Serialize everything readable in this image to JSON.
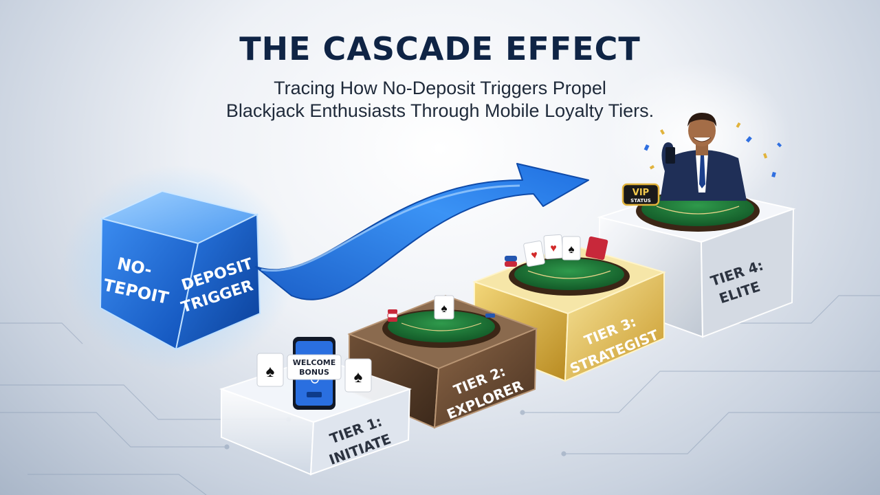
{
  "header": {
    "title": "THE CASCADE EFFECT",
    "subtitle_line1": "Tracing How No-Deposit Triggers Propel",
    "subtitle_line2": "Blackjack Enthusiasts Through Mobile Loyalty Tiers."
  },
  "trigger": {
    "left_line1": "NO-",
    "left_line2": "TEPOIT",
    "right_line1": "DEPOSIT",
    "right_line2": "TRIGGER"
  },
  "tiers": [
    {
      "line1": "TIER 1:",
      "line2": "INITIATE"
    },
    {
      "line1": "TIER 2:",
      "line2": "EXPLORER"
    },
    {
      "line1": "TIER 3:",
      "line2": "STRATEGIST"
    },
    {
      "line1": "TIER 4:",
      "line2": "ELITE"
    }
  ],
  "phone": {
    "bonus_line1": "WELCOME",
    "bonus_line2": "BONUS"
  },
  "badge": {
    "line1": "VIP",
    "line2": "STATUS"
  },
  "colors": {
    "title": "#0f2445",
    "trigger_blue": "#1d6fe0",
    "arrow_blue": "#2f86f2",
    "tier1_glass": "#e9eef5",
    "tier2_bronze": "#5a3f2b",
    "tier3_gold": "#d9b54a",
    "tier4_silver": "#e3e7ed",
    "felt_green": "#1f7a3a"
  },
  "icons": [
    "spade-card-icon",
    "heart-card-icon",
    "smartphone-icon",
    "chip-stack-icon",
    "confetti-icon",
    "vip-badge-icon"
  ]
}
